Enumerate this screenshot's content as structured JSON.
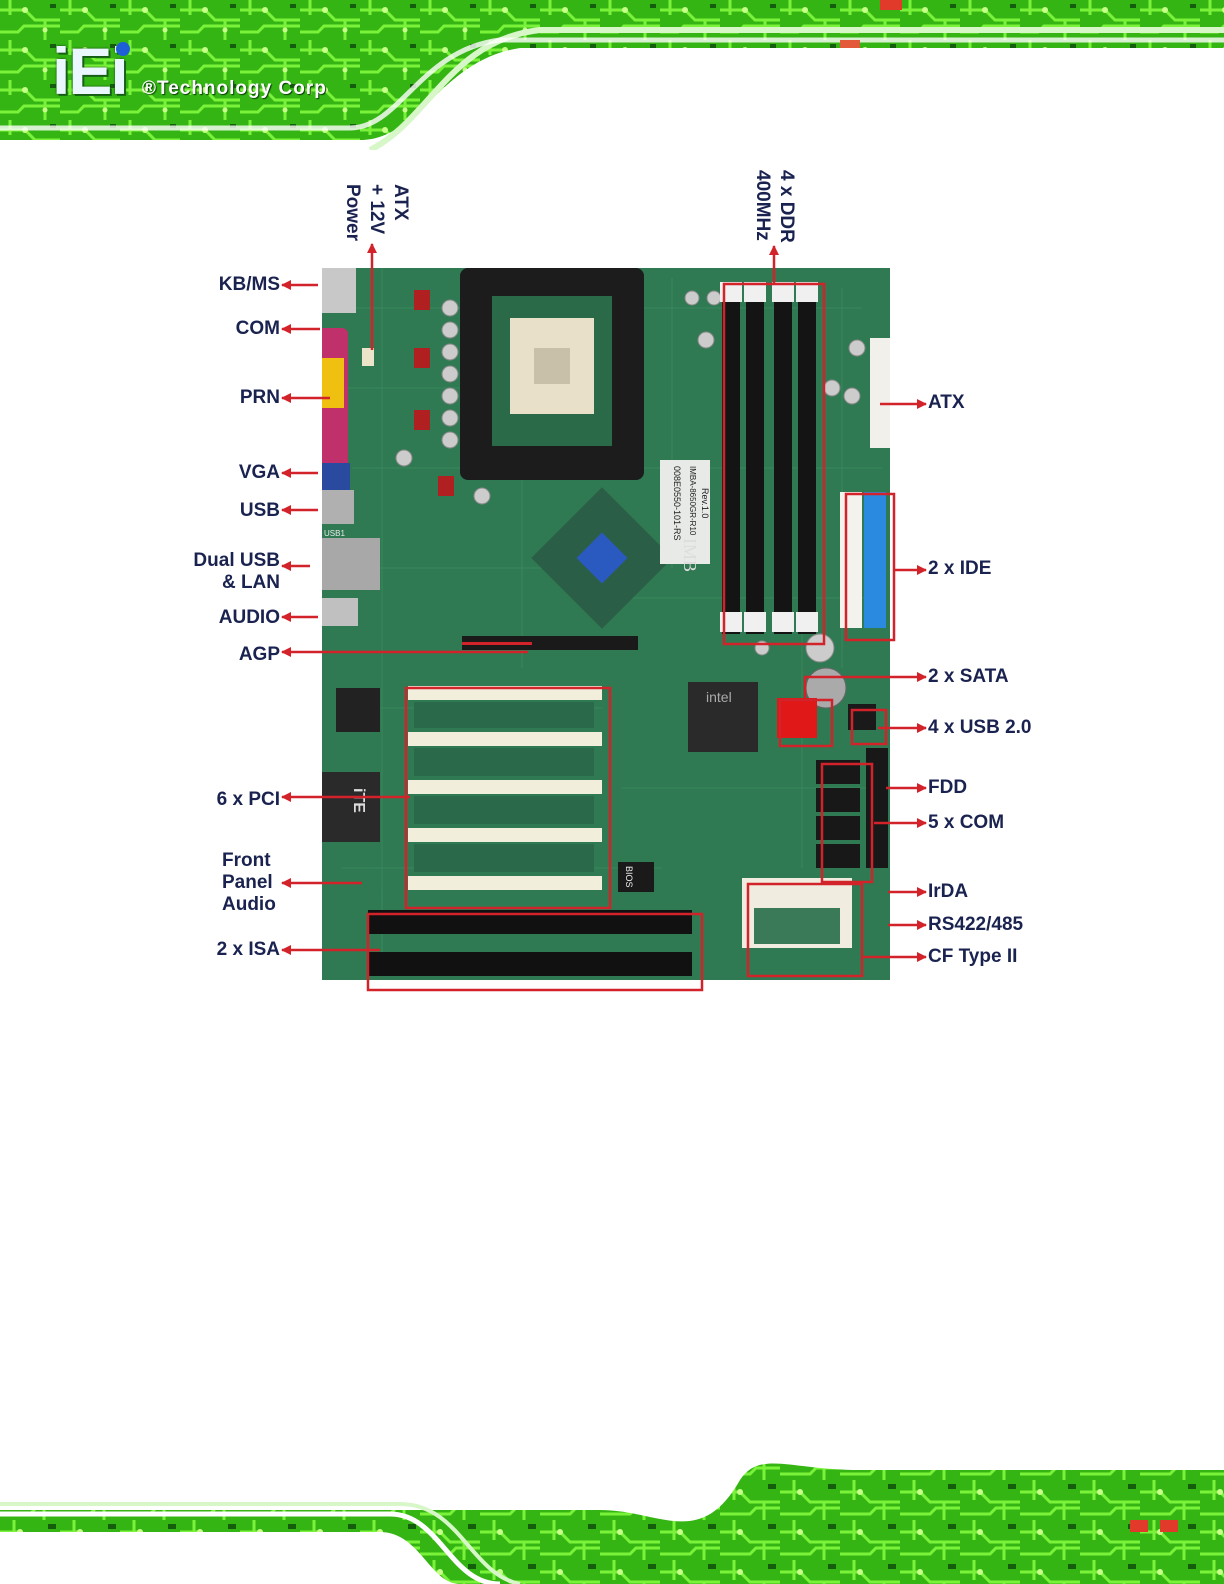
{
  "header": {
    "logo_mark": "iEi",
    "logo_text": "®Technology Corp"
  },
  "callouts": {
    "kb_ms": "KB/MS",
    "com": "COM",
    "prn": "PRN",
    "vga": "VGA",
    "usb": "USB",
    "dual_usb_lan": "Dual USB\n& LAN",
    "audio": "AUDIO",
    "agp": "AGP",
    "pci": "6 x PCI",
    "front_panel_audio": "Front\nPanel\nAudio",
    "isa": "2 x ISA",
    "atx_12v_power": "ATX\n+ 12V\nPower",
    "ddr": "4 x DDR\n400MHz",
    "atx": "ATX",
    "ide": "2 x IDE",
    "sata": "2 x SATA",
    "usb20": "4 x USB 2.0",
    "fdd": "FDD",
    "com5": "5 x COM",
    "irda": "IrDA",
    "rs422": "RS422/485",
    "cf": "CF Type II"
  },
  "board_markings": {
    "pcb_code": "008E0550-101-RS",
    "pcb_model": "IMBA-8650GR-R10",
    "pcb_rev": "Rev.1.0",
    "brand": "IMB",
    "chip_intel": "intel",
    "chip_ite": "iTE",
    "bios": "BIOS",
    "usb1": "USB1"
  },
  "colors": {
    "label": "#1a2350",
    "arrow": "#d2232a",
    "highlight": "#d2232a",
    "pcb": "#2f7a52",
    "banner_green": "#4ad21a"
  }
}
